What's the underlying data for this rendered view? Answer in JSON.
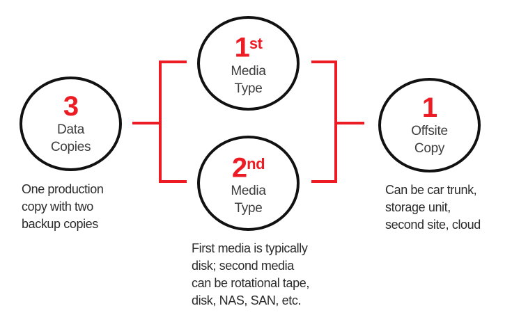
{
  "colors": {
    "accent_red": "#ed1c24",
    "circle_border": "#111111",
    "label_text": "#3d3d3d",
    "caption_text": "#2b2b2b",
    "background": "#ffffff"
  },
  "nodes": {
    "data_copies": {
      "number": "3",
      "label_line1": "Data",
      "label_line2": "Copies"
    },
    "media_type_1": {
      "number": "1",
      "number_suffix": "st",
      "label_line1": "Media",
      "label_line2": "Type"
    },
    "media_type_2": {
      "number": "2",
      "number_suffix": "nd",
      "label_line1": "Media",
      "label_line2": "Type"
    },
    "offsite_copy": {
      "number": "1",
      "label_line1": "Offsite",
      "label_line2": "Copy"
    }
  },
  "captions": {
    "data_copies": {
      "line1": "One production",
      "line2": "copy with two",
      "line3": "backup copies"
    },
    "media_types": {
      "line1": "First media is typically",
      "line2": "disk; second media",
      "line3": "can be rotational tape,",
      "line4": "disk, NAS, SAN, etc."
    },
    "offsite_copy": {
      "line1": "Can be car trunk,",
      "line2": "storage unit,",
      "line3": "second site, cloud"
    }
  }
}
